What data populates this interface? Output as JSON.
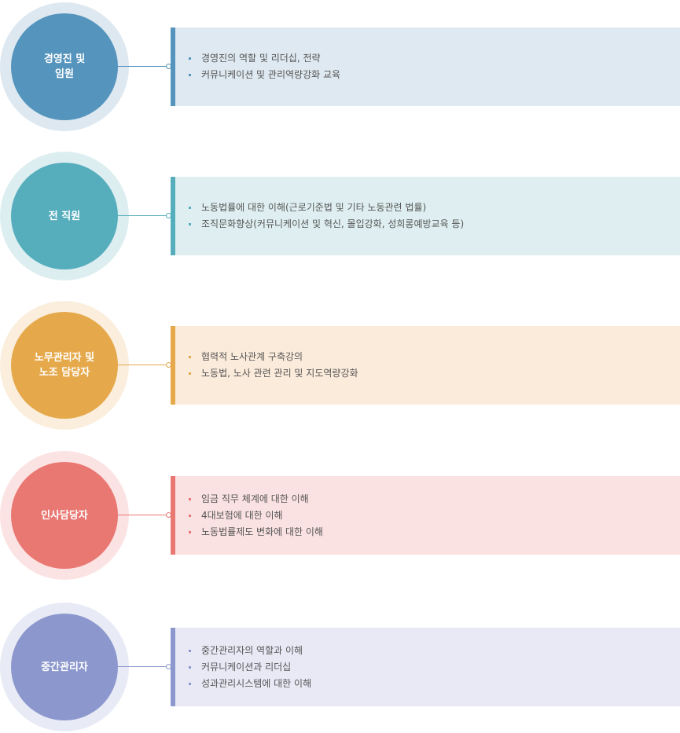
{
  "rows": [
    {
      "title": "경영진 및\n임원",
      "color": "#5494bd",
      "items": [
        "경영진의 역할 및 리더십, 전략",
        "커뮤니케이션 및 관리역량강화 교육"
      ]
    },
    {
      "title": "전 직원",
      "color": "#56aebd",
      "items": [
        "노동법률에 대한 이해(근로기준법 및 기타 노동관련 법률)",
        "조직문화향상(커뮤니케이션 및 혁신, 몰입강화, 성희롱예방교육 등)"
      ]
    },
    {
      "title": "노무관리자 및\n노조 담당자",
      "color": "#e5a94b",
      "items": [
        "협력적 노사관계 구축강의",
        "노동법, 노사 관련 관리 및 지도역량강화"
      ]
    },
    {
      "title": "인사담당자",
      "color": "#e97772",
      "items": [
        "임금 직무 체계에 대한 이해",
        "4대보험에 대한 이해",
        "노동법률제도 변화에 대한 이해"
      ]
    },
    {
      "title": "중간관리자",
      "color": "#8c98cd",
      "items": [
        "중간관리자의 역할과 이해",
        "커뮤니케이션과 리더십",
        "성과관리시스템에 대한 이해"
      ]
    }
  ]
}
